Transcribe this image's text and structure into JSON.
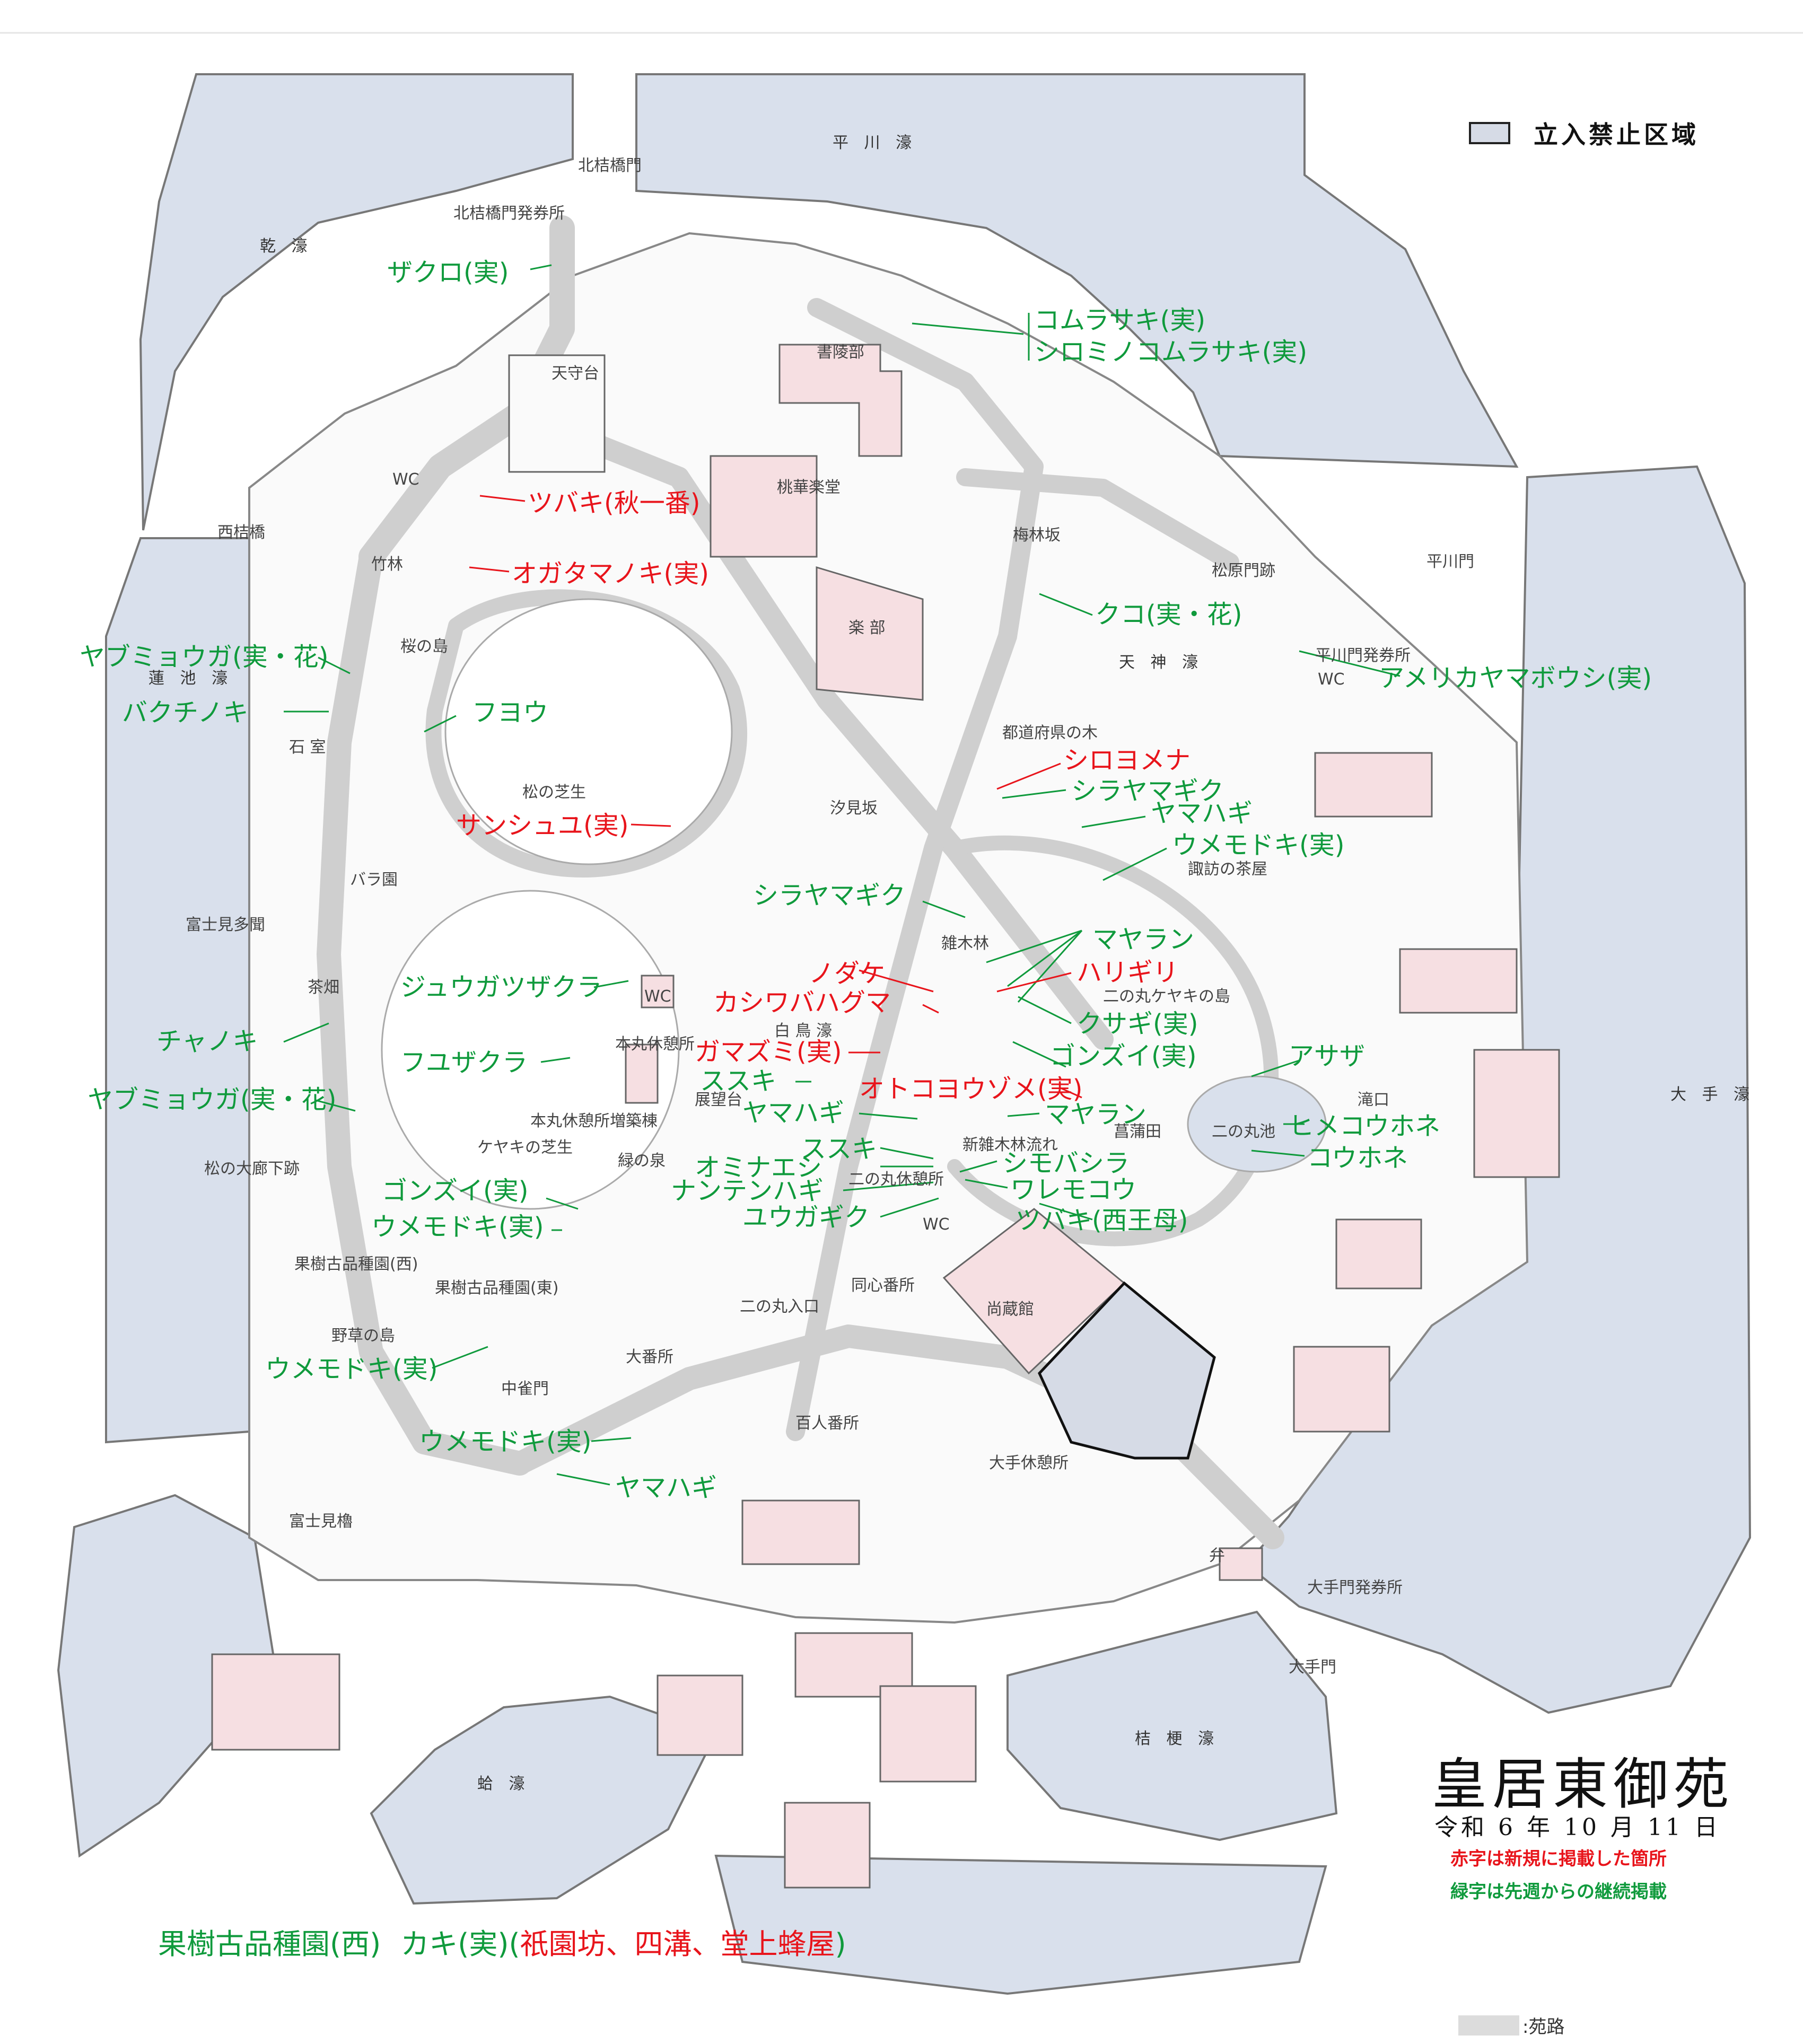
{
  "legend": {
    "restricted_area": "立入禁止区域",
    "path": ":苑路"
  },
  "title": "皇居東御苑",
  "date": "令和 6 年 10 月 11 日",
  "notes": {
    "red": "赤字は新規に掲載した箇所",
    "green": "緑字は先週からの継続掲載"
  },
  "bottom_caption": {
    "area": "果樹古品種園(西)",
    "fruit": "カキ(実)(",
    "varieties": "祇園坊、四溝、堂上蜂屋",
    "close": ")"
  },
  "moats": {
    "hirakawa": "平 川 濠",
    "inui": "乾 濠",
    "hasuike": "蓮 池 濠",
    "tenjin": "天 神 濠",
    "hakucho": "白 鳥 濠",
    "ote": "大 手 濠",
    "kikyo": "桔 梗 濠",
    "hamaguri": "蛤 濠"
  },
  "places": {
    "kitahanebashi_gate": "北桔橋門",
    "kitahanebashi_ticket": "北桔橋門発券所",
    "tenshudai": "天守台",
    "shoryobu": "書陵部",
    "tokagakudo": "桃華楽堂",
    "gakubu": "楽 部",
    "wc1": "WC",
    "nishihanebashi": "西桔橋",
    "chikurin": "竹林",
    "sakuranoshima": "桜の島",
    "ishimuro": "石 室",
    "matsunoshibafu": "松の芝生",
    "barazono": "バラ園",
    "fujimitamon": "富士見多聞",
    "chabatake": "茶畑",
    "wc2": "WC",
    "honmaru_rest": "本丸休憩所",
    "hakucho_label": "白 鳥 濠",
    "tenbodai": "展望台",
    "honmaru_rest_ext": "本丸休憩所増築棟",
    "keyaki_shibafu": "ケヤキの芝生",
    "midori_izumi": "緑の泉",
    "matsu_oroka": "松の大廊下跡",
    "kaju_west": "果樹古品種園(西)",
    "kaju_east": "果樹古品種園(東)",
    "yasounoshima": "野草の島",
    "nakanomon": "中雀門",
    "fujimiyagura": "富士見櫓",
    "baibayashizaka": "梅林坂",
    "matsubara_gate": "松原門跡",
    "hirakawa_gate": "平川門",
    "hirakawa_ticket": "平川門発券所",
    "wc3": "WC",
    "todofuken": "都道府県の木",
    "shiomizaka": "汐見坂",
    "suwa_chaya": "諏訪の茶屋",
    "zokibayashi": "雑木林",
    "ninomaru_keyaki": "二の丸ケヤキの島",
    "takiguchi": "滝口",
    "ninomaru_pond": "二の丸池",
    "shobuda": "菖蒲田",
    "shin_zokibayashi": "新雑木林流れ",
    "ninomaru_rest": "二の丸休憩所",
    "wc4": "WC",
    "ninomaru_entrance": "二の丸入口",
    "doshin_bansho": "同心番所",
    "shozokan": "尚蔵館",
    "obansho": "大番所",
    "hyakunin_bansho": "百人番所",
    "ote_rest": "大手休憩所",
    "ben": "弁",
    "ote_ticket": "大手門発券所",
    "ote_gate": "大手門"
  },
  "plants": [
    {
      "text": "ザクロ(実)",
      "color": "green"
    },
    {
      "text": "コムラサキ(実)",
      "color": "green"
    },
    {
      "text": "シロミノコムラサキ(実)",
      "color": "green"
    },
    {
      "text": "ツバキ(秋一番)",
      "color": "red"
    },
    {
      "text": "オガタマノキ(実)",
      "color": "red"
    },
    {
      "text": "クコ(実・花)",
      "color": "green"
    },
    {
      "text": "アメリカヤマボウシ(実)",
      "color": "green"
    },
    {
      "text": "ヤブミョウガ(実・花)",
      "color": "green"
    },
    {
      "text": "バクチノキ",
      "color": "green"
    },
    {
      "text": "フヨウ",
      "color": "green"
    },
    {
      "text": "シロヨメナ",
      "color": "red"
    },
    {
      "text": "シラヤマギク",
      "color": "green"
    },
    {
      "text": "ヤマハギ",
      "color": "green"
    },
    {
      "text": "ウメモドキ(実)",
      "color": "green"
    },
    {
      "text": "サンシュユ(実)",
      "color": "red"
    },
    {
      "text": "シラヤマギク",
      "color": "green"
    },
    {
      "text": "マヤラン",
      "color": "green"
    },
    {
      "text": "ハリギリ",
      "color": "red"
    },
    {
      "text": "ノダケ",
      "color": "red"
    },
    {
      "text": "カシワバハグマ",
      "color": "red"
    },
    {
      "text": "ジュウガツザクラ",
      "color": "green"
    },
    {
      "text": "クサギ(実)",
      "color": "green"
    },
    {
      "text": "ガマズミ(実)",
      "color": "red"
    },
    {
      "text": "ゴンズイ(実)",
      "color": "green"
    },
    {
      "text": "アサザ",
      "color": "green"
    },
    {
      "text": "チャノキ",
      "color": "green"
    },
    {
      "text": "フユザクラ",
      "color": "green"
    },
    {
      "text": "ススキ",
      "color": "green"
    },
    {
      "text": "オトコヨウゾメ(実)",
      "color": "red"
    },
    {
      "text": "ヤブミョウガ(実・花)",
      "color": "green"
    },
    {
      "text": "ヤマハギ",
      "color": "green"
    },
    {
      "text": "マヤラン",
      "color": "green"
    },
    {
      "text": "ヒメコウホネ",
      "color": "green"
    },
    {
      "text": "ススキ",
      "color": "green"
    },
    {
      "text": "コウホネ",
      "color": "green"
    },
    {
      "text": "オミナエシ",
      "color": "green"
    },
    {
      "text": "シモバシラ",
      "color": "green"
    },
    {
      "text": "ナンテンハギ",
      "color": "green"
    },
    {
      "text": "ワレモコウ",
      "color": "green"
    },
    {
      "text": "ゴンズイ(実)",
      "color": "green"
    },
    {
      "text": "ユウガギク",
      "color": "green"
    },
    {
      "text": "ツバキ(西王母)",
      "color": "green"
    },
    {
      "text": "ウメモドキ(実)",
      "color": "green"
    },
    {
      "text": "ウメモドキ(実)",
      "color": "green"
    },
    {
      "text": "ウメモドキ(実)",
      "color": "green"
    },
    {
      "text": "ヤマハギ",
      "color": "green"
    }
  ],
  "colors": {
    "moat": "#d9e0ec",
    "building": "#f6dfe2",
    "restricted": "#d6dbe6",
    "path": "#cfcfcf",
    "plant_new": "#e8141b",
    "plant_continuing": "#0f9a3c"
  }
}
